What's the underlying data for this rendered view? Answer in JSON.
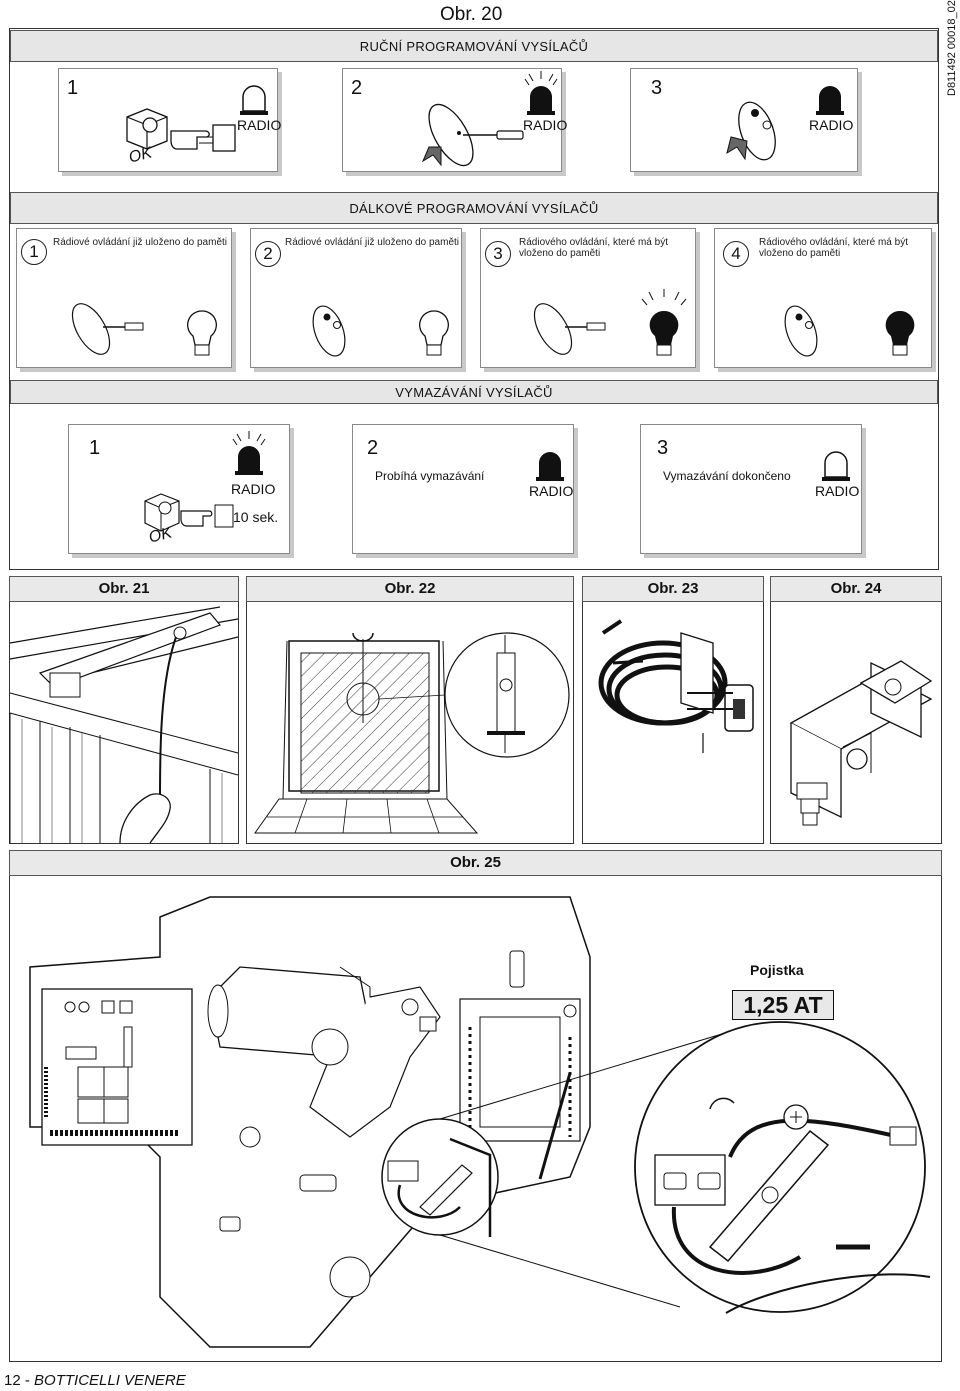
{
  "fig20": {
    "title": "Obr. 20",
    "doc_code": "D811492 00018_02",
    "manual": {
      "header": "RUČNÍ PROGRAMOVÁNÍ VYSÍLAČŮ",
      "steps": [
        {
          "num": "1",
          "radio": "RADIO",
          "ok": "OK"
        },
        {
          "num": "2",
          "radio": "RADIO"
        },
        {
          "num": "3",
          "radio": "RADIO"
        }
      ]
    },
    "remote": {
      "header": "DÁLKOVÉ PROGRAMOVÁNÍ VYSÍLAČŮ",
      "steps": [
        {
          "num": "1",
          "text": "Rádiové ovládání již uloženo do paměti"
        },
        {
          "num": "2",
          "text": "Rádiové ovládání již uloženo do paměti"
        },
        {
          "num": "3",
          "text": "Rádiového ovládání, které má být vloženo do paměti"
        },
        {
          "num": "4",
          "text": "Rádiového ovládání, které má být vloženo do paměti"
        }
      ]
    },
    "erase": {
      "header": "VYMAZÁVÁNÍ VYSÍLAČŮ",
      "steps": [
        {
          "num": "1",
          "radio": "RADIO",
          "time": "10 sek.",
          "ok": "OK"
        },
        {
          "num": "2",
          "text": "Probíhá vymazávání",
          "radio": "RADIO"
        },
        {
          "num": "3",
          "text": "Vymazávání dokončeno",
          "radio": "RADIO"
        }
      ]
    }
  },
  "figs": {
    "obr21": "Obr. 21",
    "obr22": "Obr. 22",
    "obr23": "Obr. 23",
    "obr24": "Obr. 24",
    "obr25": "Obr. 25"
  },
  "fig25": {
    "fuse_label": "Pojistka",
    "fuse_value": "1,25 AT"
  },
  "footer": {
    "page": "12",
    "sep": " - ",
    "brand": "BOTTICELLI VENERE"
  }
}
